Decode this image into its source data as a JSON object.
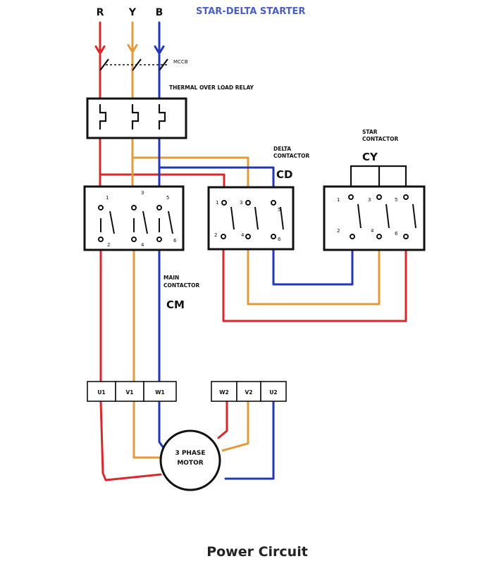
{
  "title": "STAR-DELTA STARTER",
  "phases": {
    "r": "R",
    "y": "Y",
    "b": "B"
  },
  "mccb_label": "MCCB",
  "overload_label": "THERMAL OVER LOAD RELAY",
  "main_contactor": {
    "line1": "MAIN",
    "line2": "CONTACTOR",
    "code": "CM"
  },
  "delta_contactor": {
    "line1": "DELTA",
    "line2": "CONTACTOR",
    "code": "CD"
  },
  "star_contactor": {
    "line1": "STAR",
    "line2": "CONTACTOR",
    "code": "CY"
  },
  "contact_numbers": [
    "1",
    "3",
    "5",
    "2",
    "4",
    "6"
  ],
  "motor_terminals_left": [
    "U1",
    "V1",
    "W1"
  ],
  "motor_terminals_right": [
    "W2",
    "V2",
    "U2"
  ],
  "motor": {
    "line1": "3 PHASE",
    "line2": "MOTOR"
  },
  "caption": "Power Circuit",
  "colors": {
    "red": "#d8282b",
    "yellow": "#e39a3b",
    "blue": "#2236b8",
    "title": "#4a5fc4"
  }
}
